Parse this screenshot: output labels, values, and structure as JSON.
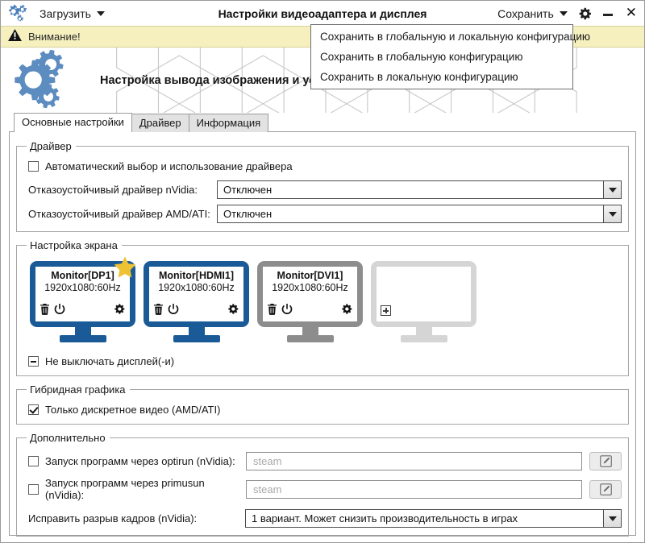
{
  "window": {
    "app_icon": "gears-icon",
    "title": "Настройки видеоадаптера и дисплея",
    "load_label": "Загрузить",
    "save_label": "Сохранить",
    "settings_icon": "gear-icon",
    "minimize_icon": "minimize-icon",
    "close_icon": "close-icon"
  },
  "save_menu": {
    "items": [
      {
        "label": "Сохранить в глобальную и локальную конфигурацию"
      },
      {
        "label": "Сохранить в глобальную конфигурацию"
      },
      {
        "label": "Сохранить в локальную конфигурацию"
      }
    ]
  },
  "warning": {
    "icon": "warning-triangle-icon",
    "text": "Внимание!",
    "background": "#f5f0bd"
  },
  "banner": {
    "gears_icon": "gears-logo-icon",
    "title": "Настройка вывода изображения и установка драйвера видеокарты"
  },
  "tabs": [
    {
      "label": "Основные настройки",
      "active": true
    },
    {
      "label": "Драйвер",
      "active": false
    },
    {
      "label": "Информация",
      "active": false
    }
  ],
  "driver_group": {
    "legend": "Драйвер",
    "auto_checkbox": {
      "label": "Автоматический выбор и использование драйвера",
      "state": "unchecked"
    },
    "rows": [
      {
        "label": "Отказоустойчивый драйвер nVidia:",
        "value": "Отключен"
      },
      {
        "label": "Отказоустойчивый драйвер AMD/ATI:",
        "value": "Отключен"
      }
    ]
  },
  "screen_group": {
    "legend": "Настройка экрана",
    "monitors": [
      {
        "name": "Monitor[DP1]",
        "resolution": "1920x1080:60Hz",
        "color": "#1a5a96",
        "primary": true,
        "star_color": "#efc233",
        "icons": [
          "trash-icon",
          "power-icon",
          "gear-icon"
        ]
      },
      {
        "name": "Monitor[HDMI1]",
        "resolution": "1920x1080:60Hz",
        "color": "#1a5a96",
        "primary": false,
        "icons": [
          "trash-icon",
          "power-icon",
          "gear-icon"
        ]
      },
      {
        "name": "Monitor[DVI1]",
        "resolution": "1920x1080:60Hz",
        "color": "#8d8d8d",
        "primary": false,
        "icons": [
          "trash-icon",
          "power-icon",
          "gear-icon"
        ]
      },
      {
        "name": "",
        "resolution": "",
        "color": "#d5d5d5",
        "primary": false,
        "add_placeholder": true,
        "icons": [
          "plus-icon"
        ]
      }
    ],
    "keep_on_checkbox": {
      "label": "Не выключать дисплей(-и)",
      "state": "indeterminate"
    }
  },
  "hybrid_group": {
    "legend": "Гибридная графика",
    "discrete_checkbox": {
      "label": "Только дискретное видео (AMD/ATI)",
      "state": "checked"
    }
  },
  "extra_group": {
    "legend": "Дополнительно",
    "optirun": {
      "label": "Запуск программ через optirun (nVidia):",
      "state": "unchecked",
      "placeholder": "steam",
      "edit_icon": "pencil-edit-icon"
    },
    "primusun": {
      "label": "Запуск программ через primusun (nVidia):",
      "state": "unchecked",
      "placeholder": "steam",
      "edit_icon": "pencil-edit-icon"
    },
    "tearfix": {
      "label": "Исправить разрыв кадров (nVidia):",
      "value": "1 вариант. Может снизить производительность в играх"
    }
  }
}
